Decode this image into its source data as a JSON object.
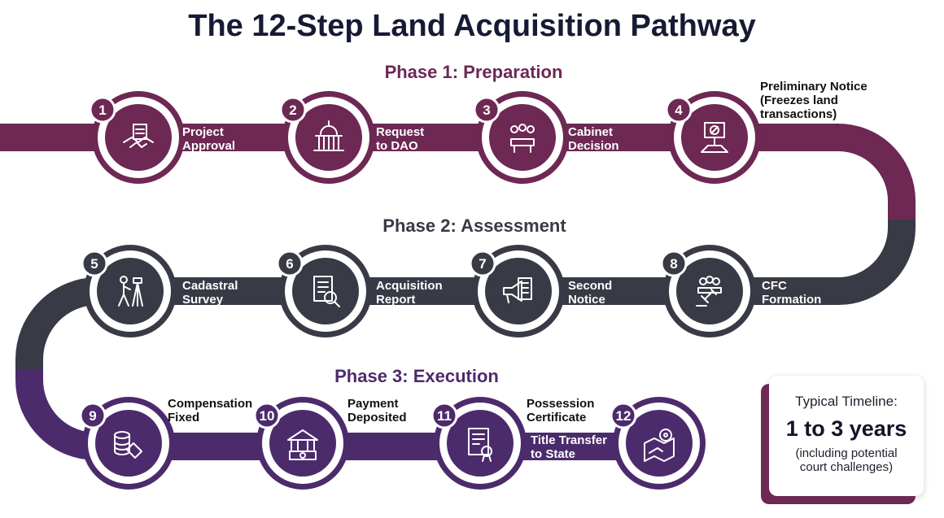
{
  "title": "The 12-Step Land Acquisition Pathway",
  "phases": [
    {
      "label": "Phase 1: Preparation",
      "color": "#6d2853"
    },
    {
      "label": "Phase 2: Assessment",
      "color": "#383a45"
    },
    {
      "label": "Phase 3: Execution",
      "color": "#4c2b6c"
    }
  ],
  "steps": [
    {
      "number": "1",
      "label_lines": [
        "Project",
        "Approval"
      ],
      "icon": "handshake-document-icon"
    },
    {
      "number": "2",
      "label_lines": [
        "Request",
        "to DAO"
      ],
      "icon": "government-building-icon"
    },
    {
      "number": "3",
      "label_lines": [
        "Cabinet",
        "Decision"
      ],
      "icon": "meeting-table-icon"
    },
    {
      "number": "4",
      "label_lines": [
        "Preliminary Notice",
        "(Freezes land",
        "transactions)"
      ],
      "icon": "sign-board-icon"
    },
    {
      "number": "5",
      "label_lines": [
        "Cadastral",
        "Survey"
      ],
      "icon": "surveyor-tripod-icon"
    },
    {
      "number": "6",
      "label_lines": [
        "Acquisition",
        "Report"
      ],
      "icon": "report-magnifier-icon"
    },
    {
      "number": "7",
      "label_lines": [
        "Second",
        "Notice"
      ],
      "icon": "megaphone-document-icon"
    },
    {
      "number": "8",
      "label_lines": [
        "CFC",
        "Formation"
      ],
      "icon": "committee-gavel-icon"
    },
    {
      "number": "9",
      "label_lines": [
        "Compensation",
        "Fixed"
      ],
      "icon": "coins-tag-icon"
    },
    {
      "number": "10",
      "label_lines": [
        "Payment",
        "Deposited"
      ],
      "icon": "bank-deposit-icon"
    },
    {
      "number": "11",
      "label_lines": [
        "Possession",
        "Certificate"
      ],
      "icon": "certificate-seal-icon"
    },
    {
      "number": "12",
      "label_lines": [
        "Title Transfer",
        "to State"
      ],
      "icon": "map-location-icon"
    }
  ],
  "timeline": {
    "caption": "Typical Timeline:",
    "value": "1 to 3 years",
    "note_lines": [
      "(including potential",
      "court challenges)"
    ]
  }
}
